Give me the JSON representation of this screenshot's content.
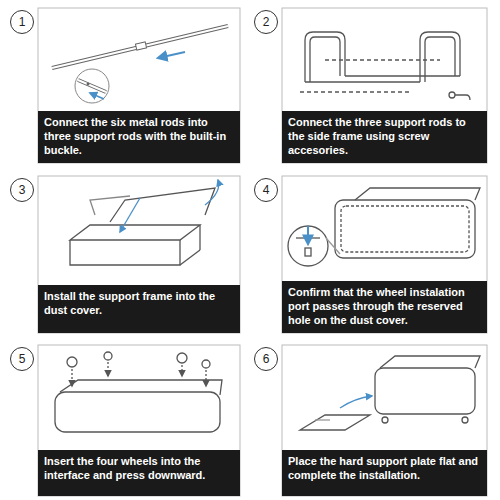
{
  "diagram": {
    "nodes": [
      {
        "text": [
          "1"
        ]
      },
      {
        "text": [
          "Connect the six metal rods into three support rods with the built-in buckle."
        ]
      },
      {
        "text": [
          "2"
        ]
      },
      {
        "text": [
          "Connect the three support rods to the side frame using screw accesories."
        ]
      },
      {
        "text": [
          "3"
        ]
      },
      {
        "text": [
          "Install the support frame into the dust cover."
        ]
      },
      {
        "text": [
          "4"
        ]
      },
      {
        "text": [
          "Confirm that the wheel instalation port passes through the reserved hole on the dust cover."
        ]
      },
      {
        "text": [
          "5"
        ]
      },
      {
        "text": [
          "Insert the four wheels into the interface and press downward."
        ]
      },
      {
        "text": [
          "6"
        ]
      },
      {
        "text": [
          "Place the hard support plate flat and complete the installation."
        ]
      }
    ]
  }
}
